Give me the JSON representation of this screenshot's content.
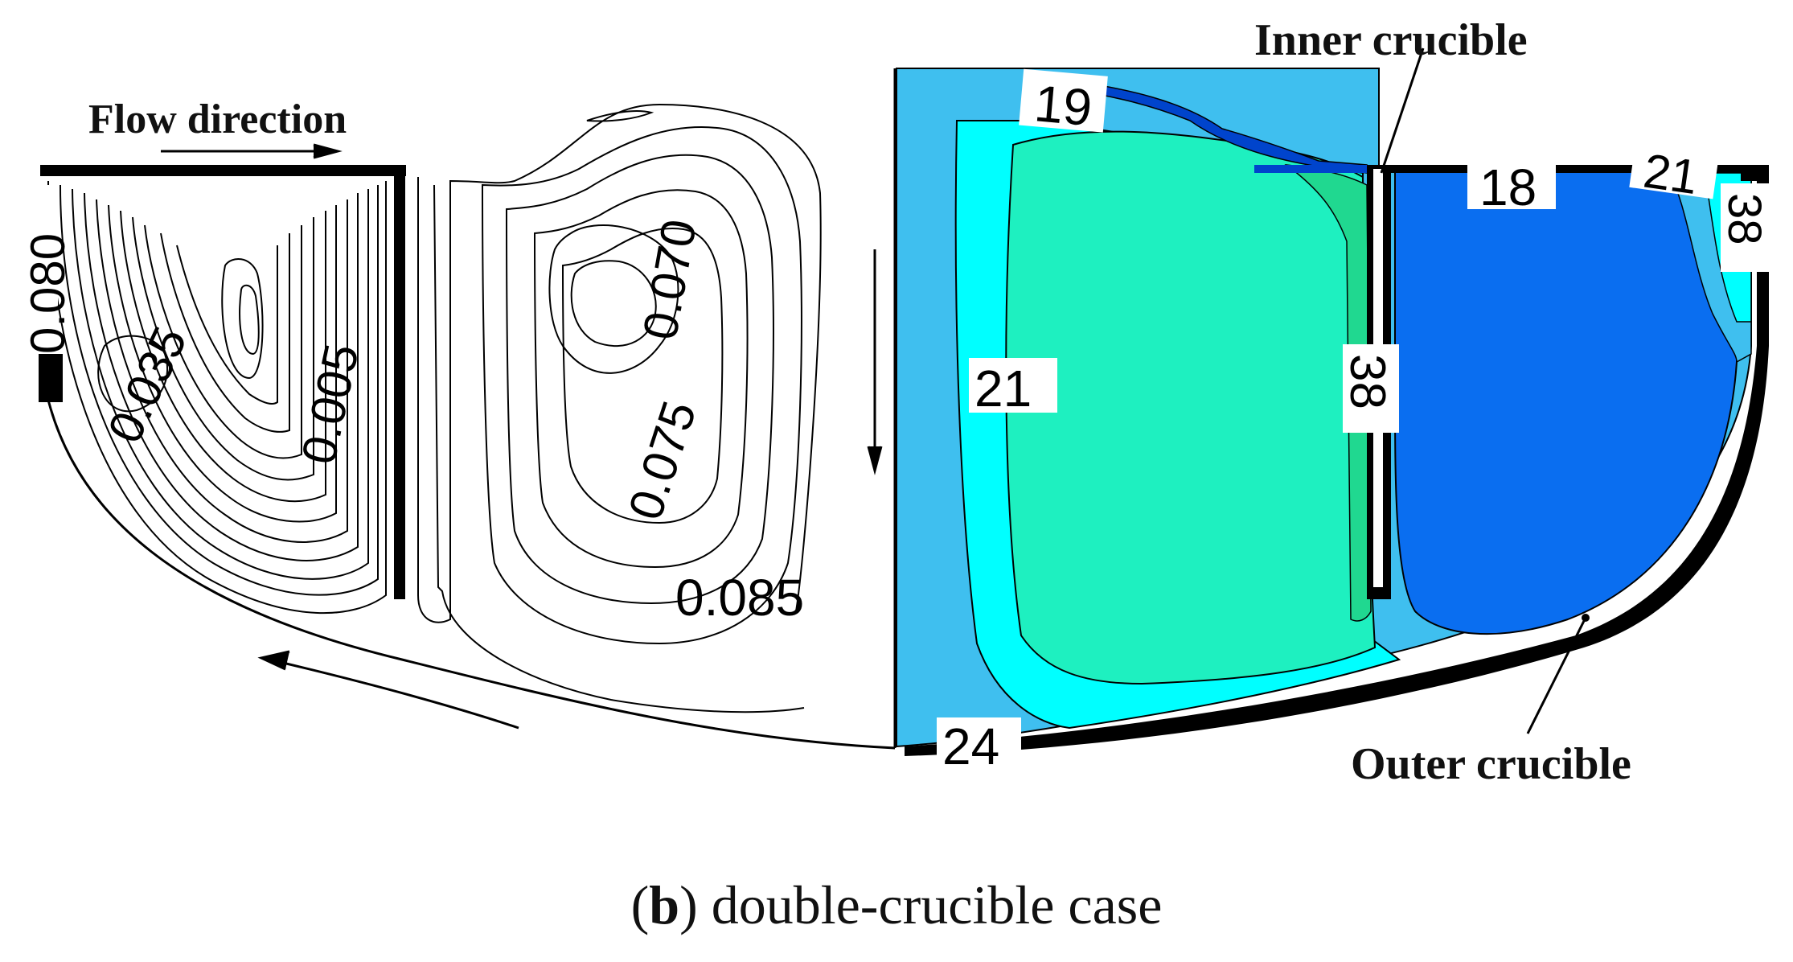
{
  "annotations": {
    "flow_direction": "Flow direction",
    "inner_crucible": "Inner crucible",
    "outer_crucible": "Outer crucible"
  },
  "stream_labels": {
    "l_080": "0.080",
    "l_035": "0.035",
    "l_005": "0.005",
    "l_070": "0.070",
    "l_075": "0.075",
    "l_085": "0.085"
  },
  "concentration_labels": {
    "c_19": "19",
    "c_18": "18",
    "c_21_top": "21",
    "c_38_right": "38",
    "c_21_left": "21",
    "c_38_wall": "38",
    "c_24": "24"
  },
  "caption": {
    "letter": "b",
    "text": "double-crucible case"
  },
  "colors": {
    "outer_blue": "#3fbfef",
    "cyan": "#00ffff",
    "aqua_green": "#1ef0c0",
    "green": "#20e0a0",
    "inner_blue": "#0a6ef0",
    "dark_blue": "#0044cc",
    "wall": "#000000"
  }
}
